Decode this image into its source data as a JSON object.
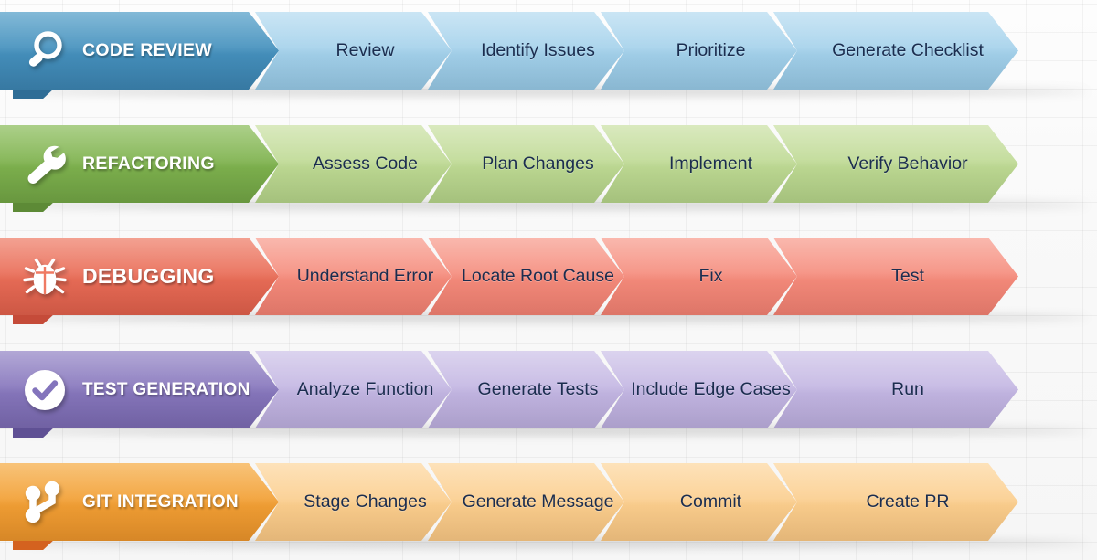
{
  "diagram": {
    "type": "process-ribbon-chevrons",
    "title": "",
    "rows": [
      {
        "id": "code-review",
        "category": "CODE REVIEW",
        "icon": "magnifier-icon",
        "head_color_from": "#4d9bc6",
        "head_color_to": "#3d86b4",
        "step_color_from": "#afd8ef",
        "step_color_to": "#97c9e6",
        "fold_color": "#2f6d96",
        "steps": [
          "Review",
          "Identify Issues",
          "Prioritize",
          "Generate Checklist"
        ]
      },
      {
        "id": "refactoring",
        "category": "REFACTORING",
        "icon": "wrench-icon",
        "head_color_from": "#88bb56",
        "head_color_to": "#74a846",
        "step_color_from": "#c6de9d",
        "step_color_to": "#b5d489",
        "fold_color": "#5d8a36",
        "steps": [
          "Assess Code",
          "Plan Changes",
          "Implement",
          "Verify Behavior"
        ]
      },
      {
        "id": "debugging",
        "category": "DEBUGGING",
        "icon": "bug-icon",
        "head_color_from": "#ee7963",
        "head_color_to": "#e4614c",
        "step_color_from": "#f79484",
        "step_color_to": "#f38172",
        "fold_color": "#c54b39",
        "steps": [
          "Understand Error",
          "Locate Root Cause",
          "Fix",
          "Test"
        ]
      },
      {
        "id": "test-generation",
        "category": "TEST GENERATION",
        "icon": "check-circle-icon",
        "head_color_from": "#9182c4",
        "head_color_to": "#7d6cb5",
        "step_color_from": "#c9bde6",
        "step_color_to": "#bcaede",
        "fold_color": "#5f5094",
        "steps": [
          "Analyze Function",
          "Generate Tests",
          "Include Edge Cases",
          "Run"
        ]
      },
      {
        "id": "git-integration",
        "category": "GIT INTEGRATION",
        "icon": "git-branch-icon",
        "head_color_from": "#f5a93f",
        "head_color_to": "#ef962b",
        "step_color_from": "#fcd396",
        "step_color_to": "#fac884",
        "fold_color": "#d4621f",
        "steps": [
          "Stage Changes",
          "Generate Message",
          "Commit",
          "Create PR"
        ]
      }
    ],
    "step_text_color": "#1b2d4f",
    "category_text_color": "#ffffff",
    "background_color": "#fbfbfb"
  }
}
